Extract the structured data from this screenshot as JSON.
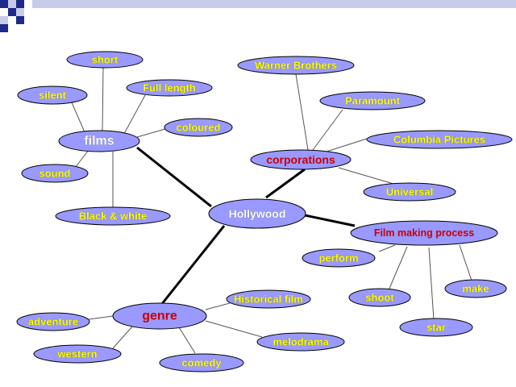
{
  "nodes": {
    "hollywood": {
      "label": "Hollywood"
    },
    "films": {
      "label": "films"
    },
    "corporations": {
      "label": "corporations"
    },
    "genre": {
      "label": "genre"
    },
    "film_making": {
      "label": "Film making process"
    },
    "short": {
      "label": "short"
    },
    "full_length": {
      "label": "Full length"
    },
    "silent": {
      "label": "silent"
    },
    "coloured": {
      "label": "coloured"
    },
    "sound": {
      "label": "sound"
    },
    "black_white": {
      "label": "Black & white"
    },
    "warner": {
      "label": "Warner Brothers"
    },
    "paramount": {
      "label": "Paramount"
    },
    "columbia": {
      "label": "Columbia Pictures"
    },
    "universal": {
      "label": "Universal"
    },
    "perform": {
      "label": "perform"
    },
    "shoot": {
      "label": "shoot"
    },
    "make": {
      "label": "make"
    },
    "star": {
      "label": "star"
    },
    "historical": {
      "label": "Historical film"
    },
    "adventure": {
      "label": "adventure"
    },
    "melodrama": {
      "label": "melodrama"
    },
    "western": {
      "label": "western"
    },
    "comedy": {
      "label": "comedy"
    }
  },
  "colors": {
    "node_fill": "#9999ff",
    "node_stroke": "#000000",
    "label_yellow": "#ffff00",
    "label_red": "#cc0000",
    "label_white": "#ffffff",
    "header_blue": "#1e2a8a"
  }
}
